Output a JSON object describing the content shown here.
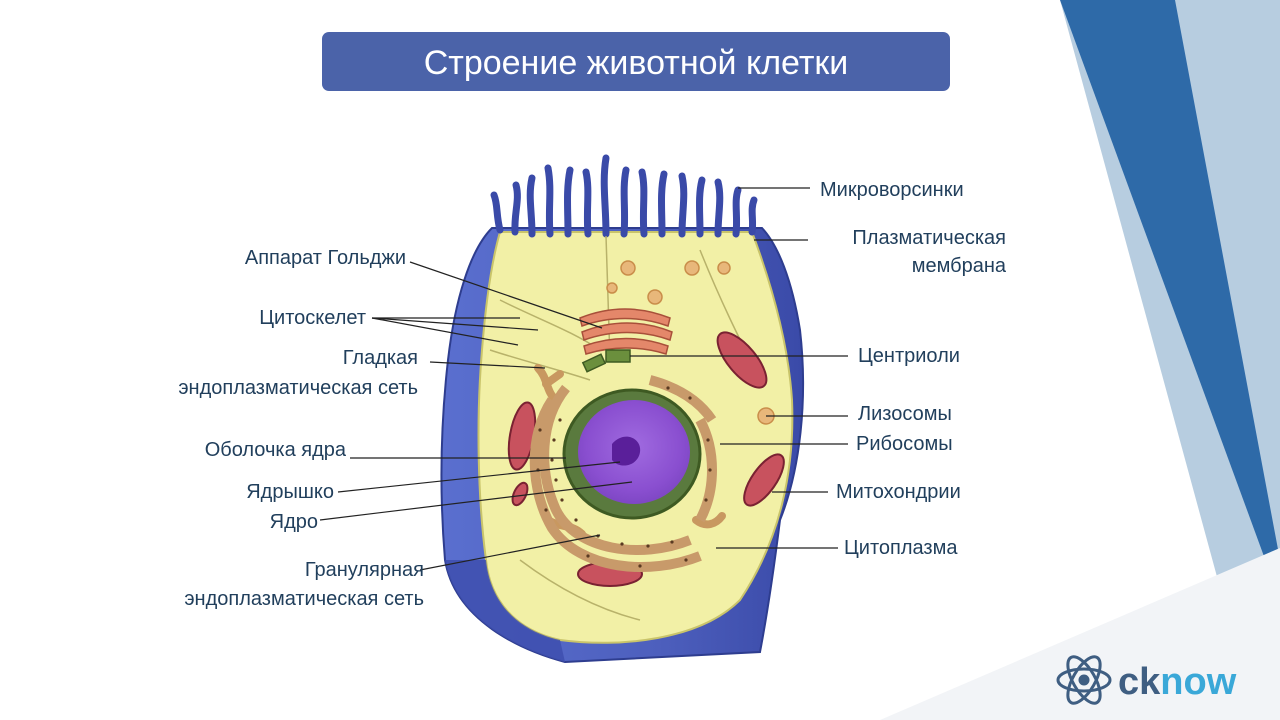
{
  "slide": {
    "title": "Строение животной клетки",
    "colors": {
      "title_bg": "#4b63a9",
      "label_text": "#213f5c",
      "stripe_dark": "#2e6aa8",
      "stripe_light": "#b7cde0",
      "membrane": "#4d5fbd",
      "cytoplasm": "#f2f0a6",
      "nucleus": "#8a4fd0"
    }
  },
  "diagram": {
    "labels": {
      "microvilli": "Микроворсинки",
      "membrane_1": "Плазматическая",
      "membrane_2": "мембрана",
      "golgi": "Аппарат Гольджи",
      "cytoskeleton": "Цитоскелет",
      "smooth_er_1": "Гладкая",
      "smooth_er_2": "эндоплазматическая сеть",
      "centrioles": "Центриоли",
      "lysosomes": "Лизосомы",
      "ribosomes": "Рибосомы",
      "nuclear_envelope": "Оболочка ядра",
      "nucleolus": "Ядрышко",
      "nucleus": "Ядро",
      "mitochondria": "Митохондрии",
      "cytoplasm": "Цитоплазма",
      "rough_er_1": "Гранулярная",
      "rough_er_2": "эндоплазматическая сеть"
    }
  },
  "logo": {
    "part1": "ck",
    "part2": "now",
    "icon": "atom-icon"
  }
}
